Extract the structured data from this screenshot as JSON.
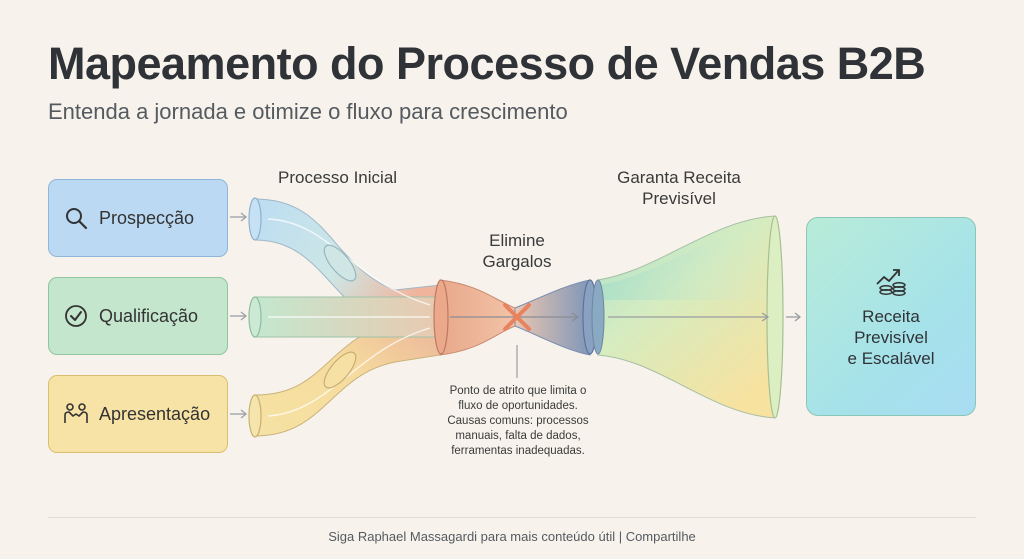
{
  "header": {
    "title": "Mapeamento do Processo de Vendas B2B",
    "subtitle": "Entenda a jornada e otimize o fluxo para crescimento"
  },
  "stages": [
    {
      "label": "Prospecção",
      "icon": "magnifier-icon"
    },
    {
      "label": "Qualificação",
      "icon": "check-circle-icon"
    },
    {
      "label": "Apresentação",
      "icon": "handshake-icon"
    }
  ],
  "labels": {
    "processo_inicial": "Processo Inicial",
    "elimine_gargalos_1": "Elimine",
    "elimine_gargalos_2": "Gargalos",
    "garanta_receita_1": "Garanta Receita",
    "garanta_receita_2": "Previsível"
  },
  "bottleneck_note": [
    "Ponto de atrito que limita o",
    "fluxo de oportunidades.",
    "Causas comuns: processos",
    "manuais, falta de dados,",
    "ferramentas inadequadas."
  ],
  "result": {
    "lines": [
      "Receita",
      "Previsível",
      "e Escalável"
    ],
    "icon": "growth-chart-coins-icon"
  },
  "footer": {
    "text": "Siga Raphael Massagardi para mais conteúdo útil | Compartilhe"
  },
  "colors": {
    "background": "#f7f3ec",
    "prospeccao": "#bcd9f3",
    "qualificacao": "#c3e6cd",
    "apresentacao": "#f7e3a6",
    "bottleneck_x": "#e8825f",
    "result": "#a6e2e9"
  }
}
